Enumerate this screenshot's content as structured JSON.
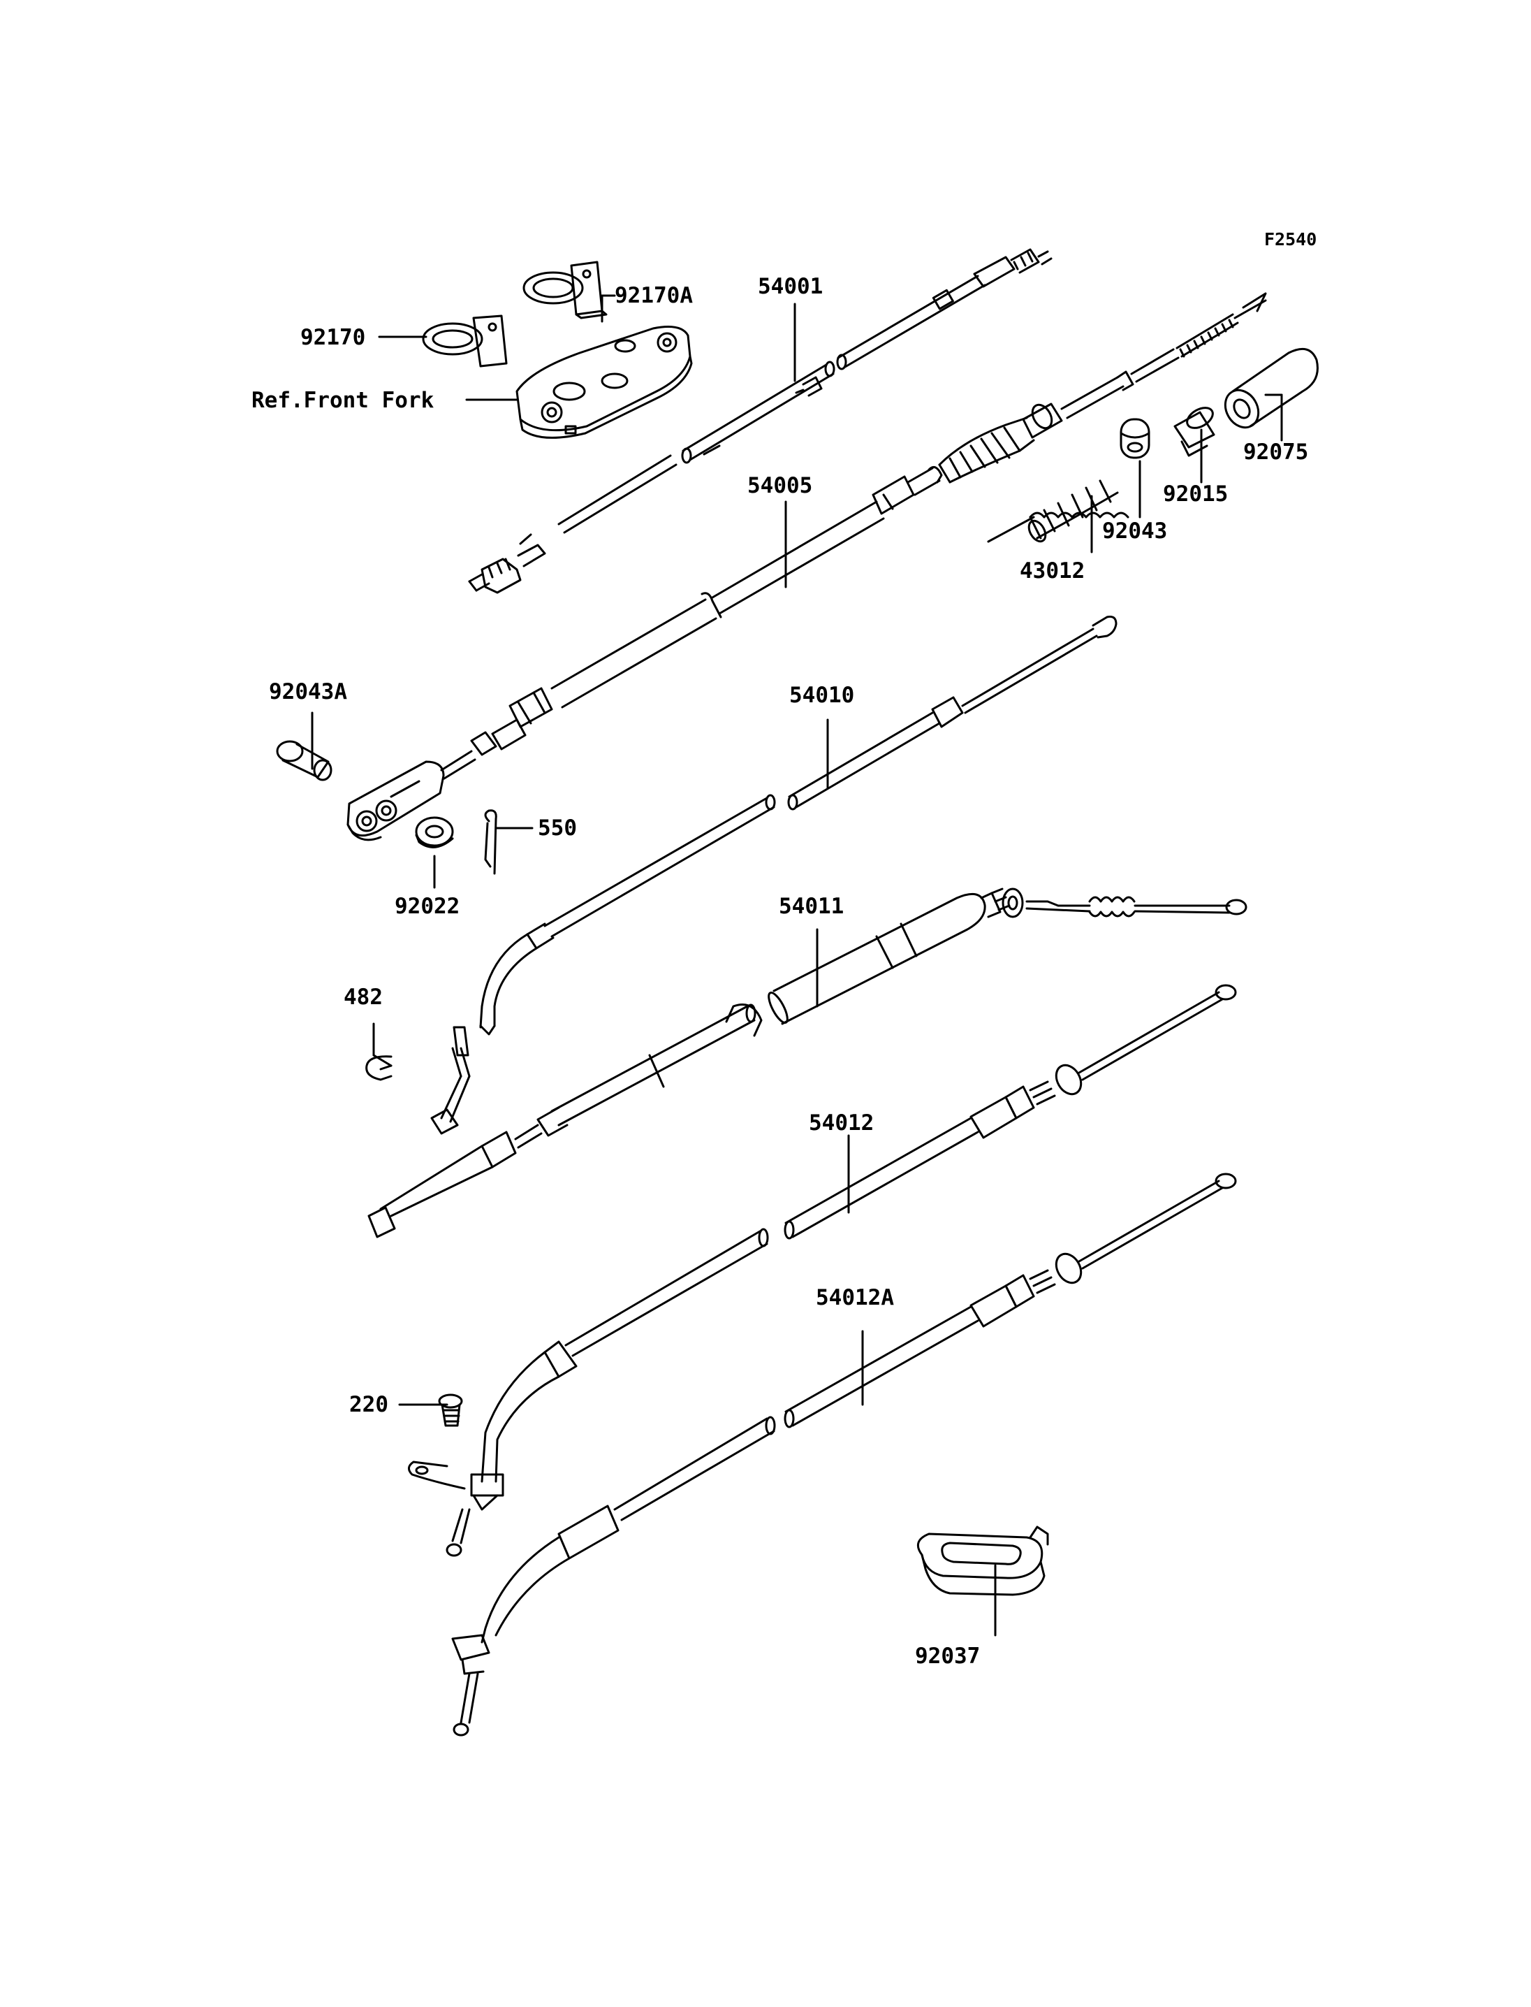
{
  "figure_code": "F2540",
  "parts": [
    {
      "id": "p92170A",
      "label": "92170A"
    },
    {
      "id": "p92170",
      "label": "92170"
    },
    {
      "id": "pRef",
      "label": "Ref.Front Fork"
    },
    {
      "id": "p54001",
      "label": "54001"
    },
    {
      "id": "p92075",
      "label": "92075"
    },
    {
      "id": "p92015",
      "label": "92015"
    },
    {
      "id": "p92043",
      "label": "92043"
    },
    {
      "id": "p54005",
      "label": "54005"
    },
    {
      "id": "p43012",
      "label": "43012"
    },
    {
      "id": "p92043A",
      "label": "92043A"
    },
    {
      "id": "p54010",
      "label": "54010"
    },
    {
      "id": "p550",
      "label": "550"
    },
    {
      "id": "p92022",
      "label": "92022"
    },
    {
      "id": "p54011",
      "label": "54011"
    },
    {
      "id": "p482",
      "label": "482"
    },
    {
      "id": "p54012",
      "label": "54012"
    },
    {
      "id": "p54012A",
      "label": "54012A"
    },
    {
      "id": "p220",
      "label": "220"
    },
    {
      "id": "p92037",
      "label": "92037"
    }
  ]
}
